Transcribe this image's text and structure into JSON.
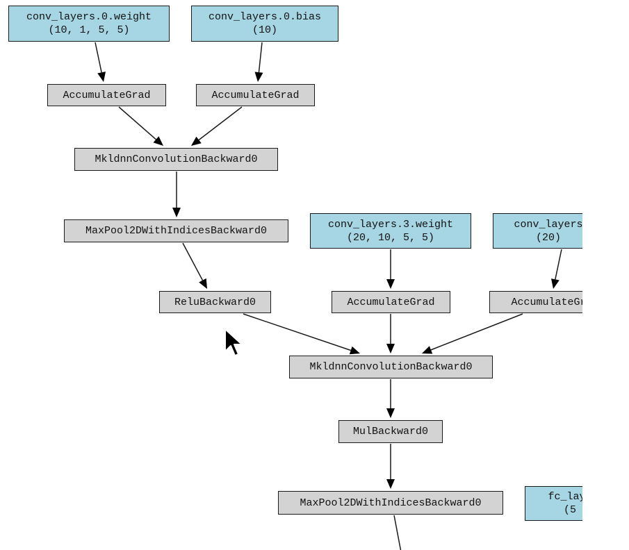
{
  "graph": {
    "colors": {
      "param_fill": "#a6d5e3",
      "op_fill": "#d3d3d3",
      "stroke": "#1a1a1a",
      "background": "#ffffff"
    },
    "nodes": [
      {
        "id": "w0",
        "kind": "param",
        "lines": [
          "conv_layers.0.weight",
          "(10, 1, 5, 5)"
        ]
      },
      {
        "id": "b0",
        "kind": "param",
        "lines": [
          "conv_layers.0.bias",
          "(10)"
        ]
      },
      {
        "id": "ag0",
        "kind": "op",
        "lines": [
          "AccumulateGrad"
        ]
      },
      {
        "id": "ag1",
        "kind": "op",
        "lines": [
          "AccumulateGrad"
        ]
      },
      {
        "id": "conv0",
        "kind": "op",
        "lines": [
          "MkldnnConvolutionBackward0"
        ]
      },
      {
        "id": "pool0",
        "kind": "op",
        "lines": [
          "MaxPool2DWithIndicesBackward0"
        ]
      },
      {
        "id": "w3",
        "kind": "param",
        "lines": [
          "conv_layers.3.weight",
          "(20, 10, 5, 5)"
        ]
      },
      {
        "id": "b3",
        "kind": "param",
        "lines": [
          "conv_layers",
          "(20)"
        ]
      },
      {
        "id": "relu0",
        "kind": "op",
        "lines": [
          "ReluBackward0"
        ]
      },
      {
        "id": "ag2",
        "kind": "op",
        "lines": [
          "AccumulateGrad"
        ]
      },
      {
        "id": "ag3",
        "kind": "op",
        "lines": [
          "AccumulateGr"
        ]
      },
      {
        "id": "conv1",
        "kind": "op",
        "lines": [
          "MkldnnConvolutionBackward0"
        ]
      },
      {
        "id": "mul0",
        "kind": "op",
        "lines": [
          "MulBackward0"
        ]
      },
      {
        "id": "pool1",
        "kind": "op",
        "lines": [
          "MaxPool2DWithIndicesBackward0"
        ]
      },
      {
        "id": "fc",
        "kind": "param",
        "lines": [
          "fc_laye",
          "(5"
        ]
      }
    ],
    "edges": [
      {
        "from": "w0",
        "to": "ag0"
      },
      {
        "from": "b0",
        "to": "ag1"
      },
      {
        "from": "ag0",
        "to": "conv0"
      },
      {
        "from": "ag1",
        "to": "conv0"
      },
      {
        "from": "conv0",
        "to": "pool0"
      },
      {
        "from": "pool0",
        "to": "relu0"
      },
      {
        "from": "w3",
        "to": "ag2"
      },
      {
        "from": "b3",
        "to": "ag3"
      },
      {
        "from": "relu0",
        "to": "conv1"
      },
      {
        "from": "ag2",
        "to": "conv1"
      },
      {
        "from": "ag3",
        "to": "conv1"
      },
      {
        "from": "conv1",
        "to": "mul0"
      },
      {
        "from": "mul0",
        "to": "pool1"
      },
      {
        "from": "pool1",
        "to": "offscreen"
      }
    ]
  }
}
